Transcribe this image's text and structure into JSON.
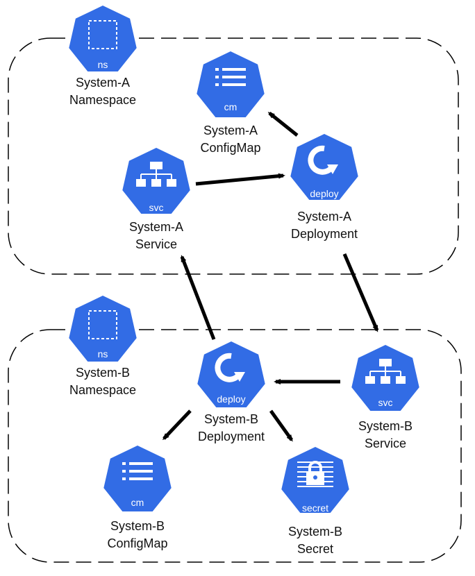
{
  "colors": {
    "icon_fill": "#326CE5",
    "icon_glyph": "#ffffff",
    "label_text": "#111111",
    "arrow": "#000000",
    "boundary": "#000000"
  },
  "nodes": {
    "ns_a": {
      "kind": "ns",
      "icon_name": "namespace-icon",
      "icon_text": "ns",
      "line1": "System-A",
      "line2": "Namespace"
    },
    "cm_a": {
      "kind": "cm",
      "icon_name": "configmap-icon",
      "icon_text": "cm",
      "line1": "System-A",
      "line2": "ConfigMap"
    },
    "svc_a": {
      "kind": "svc",
      "icon_name": "service-icon",
      "icon_text": "svc",
      "line1": "System-A",
      "line2": "Service"
    },
    "deploy_a": {
      "kind": "deploy",
      "icon_name": "deployment-icon",
      "icon_text": "deploy",
      "line1": "System-A",
      "line2": "Deployment"
    },
    "ns_b": {
      "kind": "ns",
      "icon_name": "namespace-icon",
      "icon_text": "ns",
      "line1": "System-B",
      "line2": "Namespace"
    },
    "deploy_b": {
      "kind": "deploy",
      "icon_name": "deployment-icon",
      "icon_text": "deploy",
      "line1": "System-B",
      "line2": "Deployment"
    },
    "svc_b": {
      "kind": "svc",
      "icon_name": "service-icon",
      "icon_text": "svc",
      "line1": "System-B",
      "line2": "Service"
    },
    "cm_b": {
      "kind": "cm",
      "icon_name": "configmap-icon",
      "icon_text": "cm",
      "line1": "System-B",
      "line2": "ConfigMap"
    },
    "secret_b": {
      "kind": "secret",
      "icon_name": "secret-icon",
      "icon_text": "secret",
      "line1": "System-B",
      "line2": "Secret"
    }
  },
  "edges": [
    {
      "from": "deploy_a",
      "to": "cm_a"
    },
    {
      "from": "svc_a",
      "to": "deploy_a"
    },
    {
      "from": "deploy_a",
      "to": "svc_b"
    },
    {
      "from": "deploy_b",
      "to": "svc_a"
    },
    {
      "from": "svc_b",
      "to": "deploy_b"
    },
    {
      "from": "deploy_b",
      "to": "cm_b"
    },
    {
      "from": "deploy_b",
      "to": "secret_b"
    }
  ]
}
